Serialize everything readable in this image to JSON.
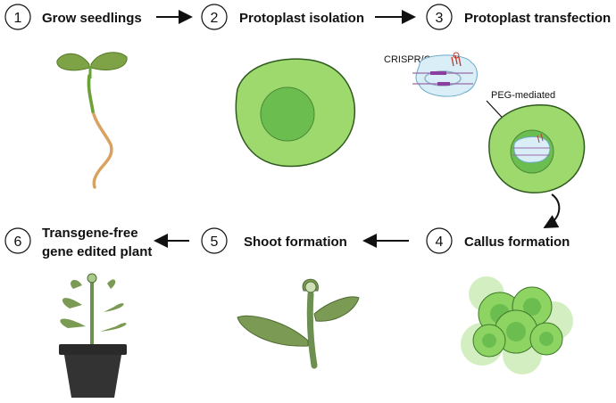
{
  "steps": [
    {
      "number": "1",
      "title": "Grow seedlings"
    },
    {
      "number": "2",
      "title": "Protoplast isolation"
    },
    {
      "number": "3",
      "title": "Protoplast transfection"
    },
    {
      "number": "4",
      "title": "Callus formation"
    },
    {
      "number": "5",
      "title": "Shoot formation"
    },
    {
      "number": "6",
      "title_line1": "Transgene-free",
      "title_line2": "gene edited plant"
    }
  ],
  "labels": {
    "crispr": "CRISPR/Cas",
    "peg": "PEG-mediated"
  },
  "colors": {
    "cell_fill": "#9ed96e",
    "cell_stroke": "#2f5a1f",
    "nucleus_fill": "#6bbd4f",
    "leaf_fill": "#7b9a54",
    "plasmid_fill": "#d9eef7",
    "pot_fill": "#2a2a2a"
  }
}
